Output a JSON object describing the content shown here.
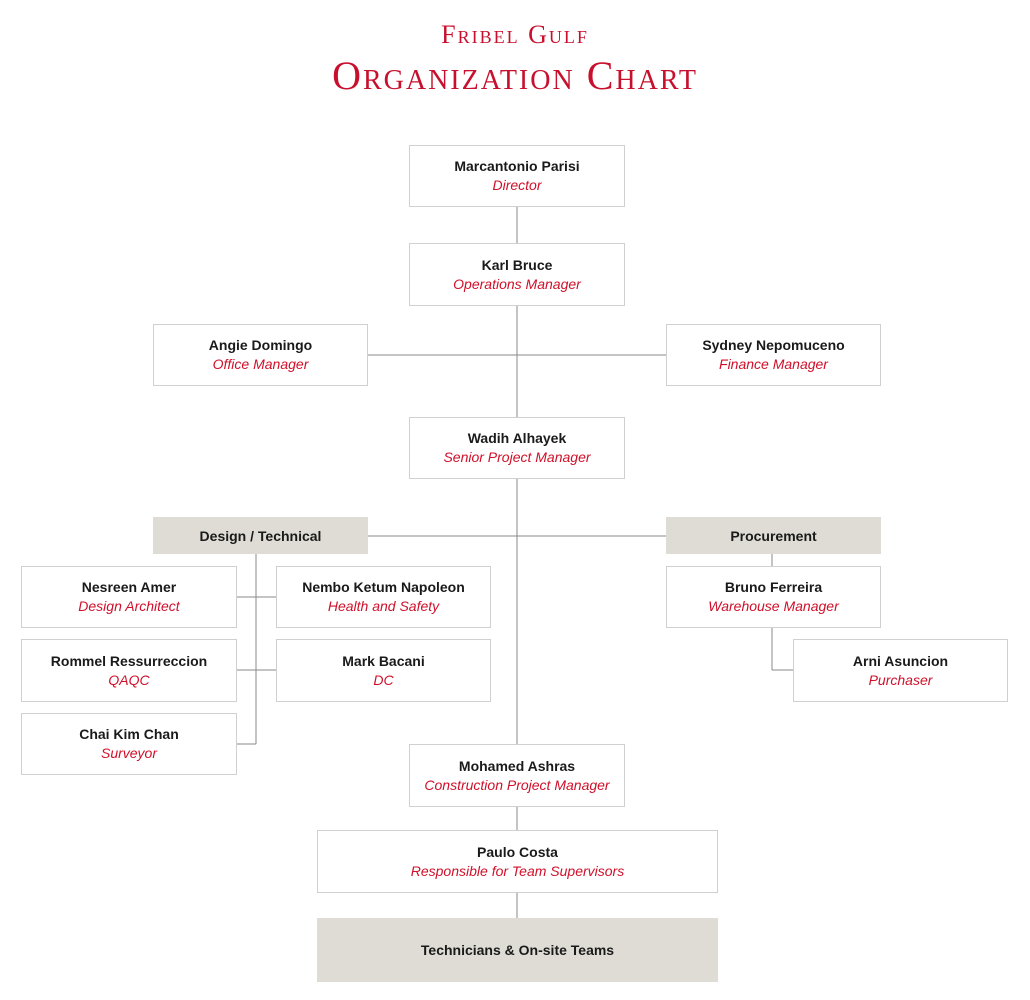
{
  "header": {
    "company": "Fribel Gulf",
    "title": "Organization Chart"
  },
  "people": {
    "director": {
      "name": "Marcantonio Parisi",
      "role": "Director"
    },
    "operations": {
      "name": "Karl Bruce",
      "role": "Operations Manager"
    },
    "office": {
      "name": "Angie Domingo",
      "role": "Office Manager"
    },
    "finance": {
      "name": "Sydney Nepomuceno",
      "role": "Finance Manager"
    },
    "senior_pm": {
      "name": "Wadih Alhayek",
      "role": "Senior Project Manager"
    },
    "design_architect": {
      "name": "Nesreen Amer",
      "role": "Design Architect"
    },
    "hse": {
      "name": "Nembo Ketum Napoleon",
      "role": "Health and Safety"
    },
    "qaqc": {
      "name": "Rommel Ressurreccion",
      "role": "QAQC"
    },
    "dc": {
      "name": "Mark Bacani",
      "role": "DC"
    },
    "surveyor": {
      "name": "Chai Kim Chan",
      "role": "Surveyor"
    },
    "warehouse": {
      "name": "Bruno Ferreira",
      "role": "Warehouse Manager"
    },
    "purchaser": {
      "name": "Arni Asuncion",
      "role": "Purchaser"
    },
    "construction_pm": {
      "name": "Mohamed Ashras",
      "role": "Construction Project Manager"
    },
    "supervisor": {
      "name": "Paulo Costa",
      "role": "Responsible for Team Supervisors"
    }
  },
  "groups": {
    "design": "Design / Technical",
    "procurement": "Procurement",
    "technicians": "Technicians & On-site Teams"
  },
  "colors": {
    "accent": "#c8102e",
    "group_fill": "#dedcd4",
    "border": "#d0d0d0"
  }
}
